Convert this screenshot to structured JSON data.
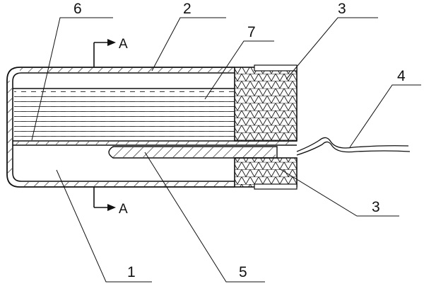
{
  "figure": {
    "section_marks": [
      "A",
      "A"
    ],
    "part_numbers": [
      {
        "id": "label-6",
        "text": "6"
      },
      {
        "id": "label-2",
        "text": "2"
      },
      {
        "id": "label-3-top",
        "text": "3"
      },
      {
        "id": "label-4",
        "text": "4"
      },
      {
        "id": "label-7",
        "text": "7"
      },
      {
        "id": "label-3-bottom",
        "text": "3"
      },
      {
        "id": "label-1",
        "text": "1"
      },
      {
        "id": "label-5",
        "text": "5"
      }
    ]
  }
}
